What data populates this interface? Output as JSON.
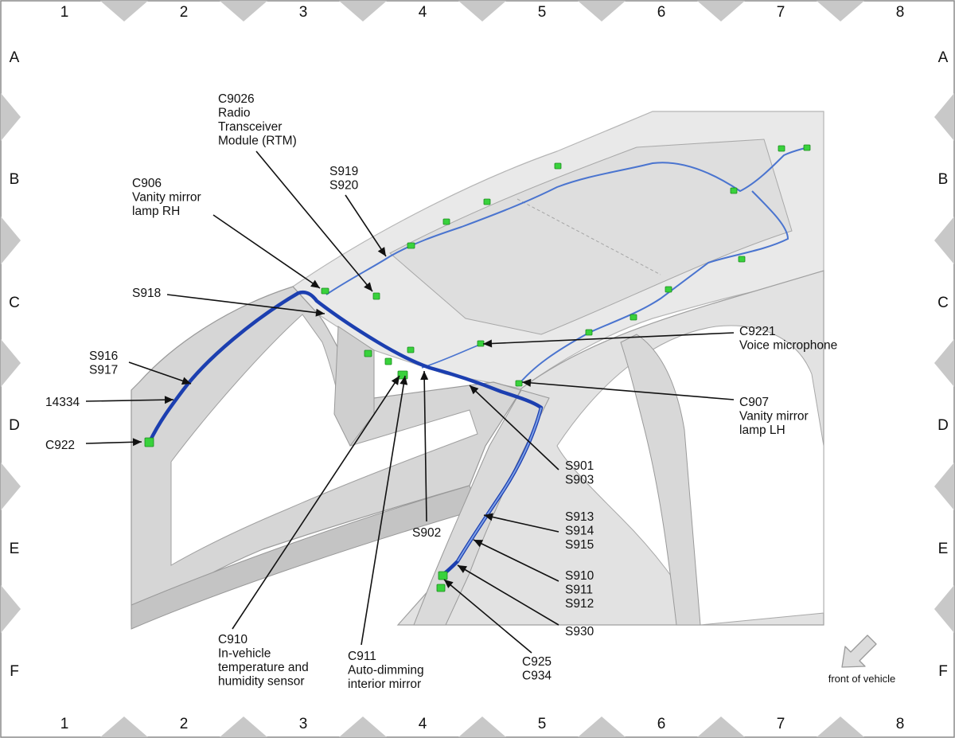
{
  "grid": {
    "columns": [
      "1",
      "2",
      "3",
      "4",
      "5",
      "6",
      "7",
      "8"
    ],
    "rows": [
      "A",
      "B",
      "C",
      "D",
      "E",
      "F"
    ]
  },
  "colors": {
    "harness_dark": "#1c3fb0",
    "harness_light": "#5b83d8",
    "connector": "#39d23c",
    "body_metal": "#dcdcdc",
    "roof": "#e8e8e8",
    "border_triangle": "#c8c8c8"
  },
  "callouts": [
    {
      "id": "c9026",
      "lines": [
        "C9026",
        "Radio",
        "Transceiver",
        "Module (RTM)"
      ]
    },
    {
      "id": "c906",
      "lines": [
        "C906",
        "Vanity mirror",
        "lamp RH"
      ]
    },
    {
      "id": "s919",
      "lines": [
        "S919",
        "S920"
      ]
    },
    {
      "id": "s918",
      "lines": [
        "S918"
      ]
    },
    {
      "id": "s916",
      "lines": [
        "S916",
        "S917"
      ]
    },
    {
      "id": "n14334",
      "lines": [
        "14334"
      ]
    },
    {
      "id": "c922",
      "lines": [
        "C922"
      ]
    },
    {
      "id": "c9221",
      "lines": [
        "C9221",
        "Voice microphone"
      ]
    },
    {
      "id": "c907",
      "lines": [
        "C907",
        "Vanity mirror",
        "lamp LH"
      ]
    },
    {
      "id": "s901",
      "lines": [
        "S901",
        "S903"
      ]
    },
    {
      "id": "s902",
      "lines": [
        "S902"
      ]
    },
    {
      "id": "s913",
      "lines": [
        "S913",
        "S914",
        "S915"
      ]
    },
    {
      "id": "s910",
      "lines": [
        "S910",
        "S911",
        "S912"
      ]
    },
    {
      "id": "s930",
      "lines": [
        "S930"
      ]
    },
    {
      "id": "c910",
      "lines": [
        "C910",
        "In-vehicle",
        "temperature and",
        "humidity sensor"
      ]
    },
    {
      "id": "c911",
      "lines": [
        "C911",
        "Auto-dimming",
        "interior mirror"
      ]
    },
    {
      "id": "c925",
      "lines": [
        "C925",
        "C934"
      ]
    }
  ],
  "orientation": {
    "label": "front of vehicle",
    "icon": "arrow-down-left-icon"
  }
}
